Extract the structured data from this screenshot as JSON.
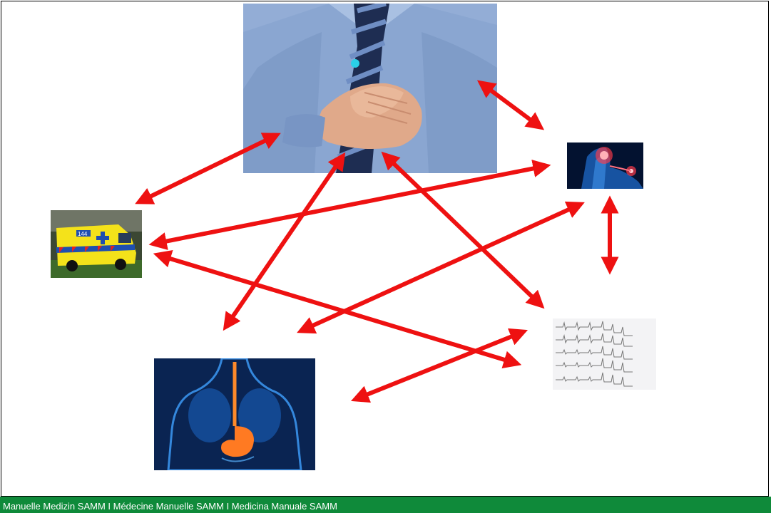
{
  "footer": {
    "text": "Manuelle Medizin SAMM I Médecine Manuelle SAMM I Medicina Manuale SAMM"
  },
  "images": {
    "chest": "chest-pain-image",
    "ambulance": "ambulance-image",
    "shoulder": "neck-shoulder-pain-image",
    "ecg": "ecg-image",
    "gi": "esophagus-stomach-image",
    "ambulance_badge": "144"
  },
  "colors": {
    "arrow": "#ee1111",
    "footer_bg": "#0f8a3a",
    "footer_text": "#ffffff"
  }
}
